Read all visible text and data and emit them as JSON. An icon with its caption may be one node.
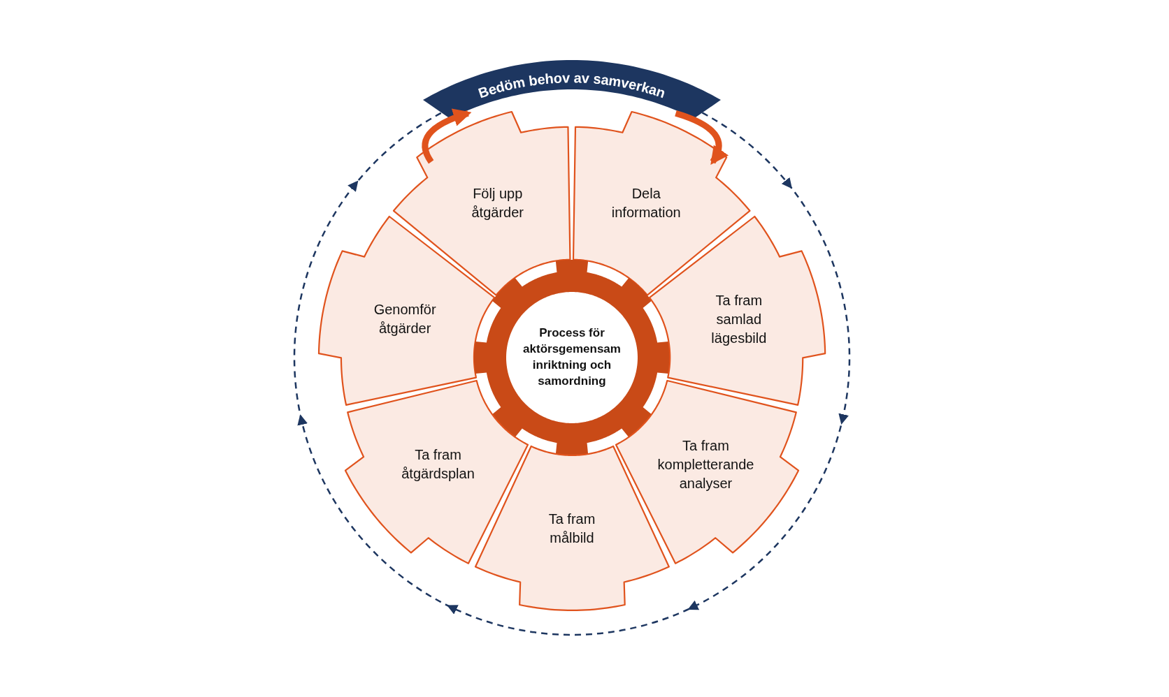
{
  "diagram": {
    "nodes": [
      {
        "text": [
          "Bedöm behov av samverkan"
        ]
      },
      {
        "text": [
          "Följ upp åtgärder"
        ]
      },
      {
        "text": [
          "Dela information"
        ]
      },
      {
        "text": [
          "Genomför åtgärder"
        ]
      },
      {
        "text": [
          "Process för aktörsgemensam inriktning och samordning"
        ]
      },
      {
        "text": [
          "Ta fram samlad lägesbild"
        ]
      },
      {
        "text": [
          "Ta fram åtgärdsplan"
        ]
      },
      {
        "text": [
          "Ta fram kompletterande analyser"
        ]
      },
      {
        "text": [
          "Ta fram målbild"
        ]
      }
    ],
    "edges": [
      {
        "from": 1,
        "to": 0,
        "arrow": "to"
      },
      {
        "from": 0,
        "to": 2,
        "arrow": "to"
      }
    ]
  }
}
